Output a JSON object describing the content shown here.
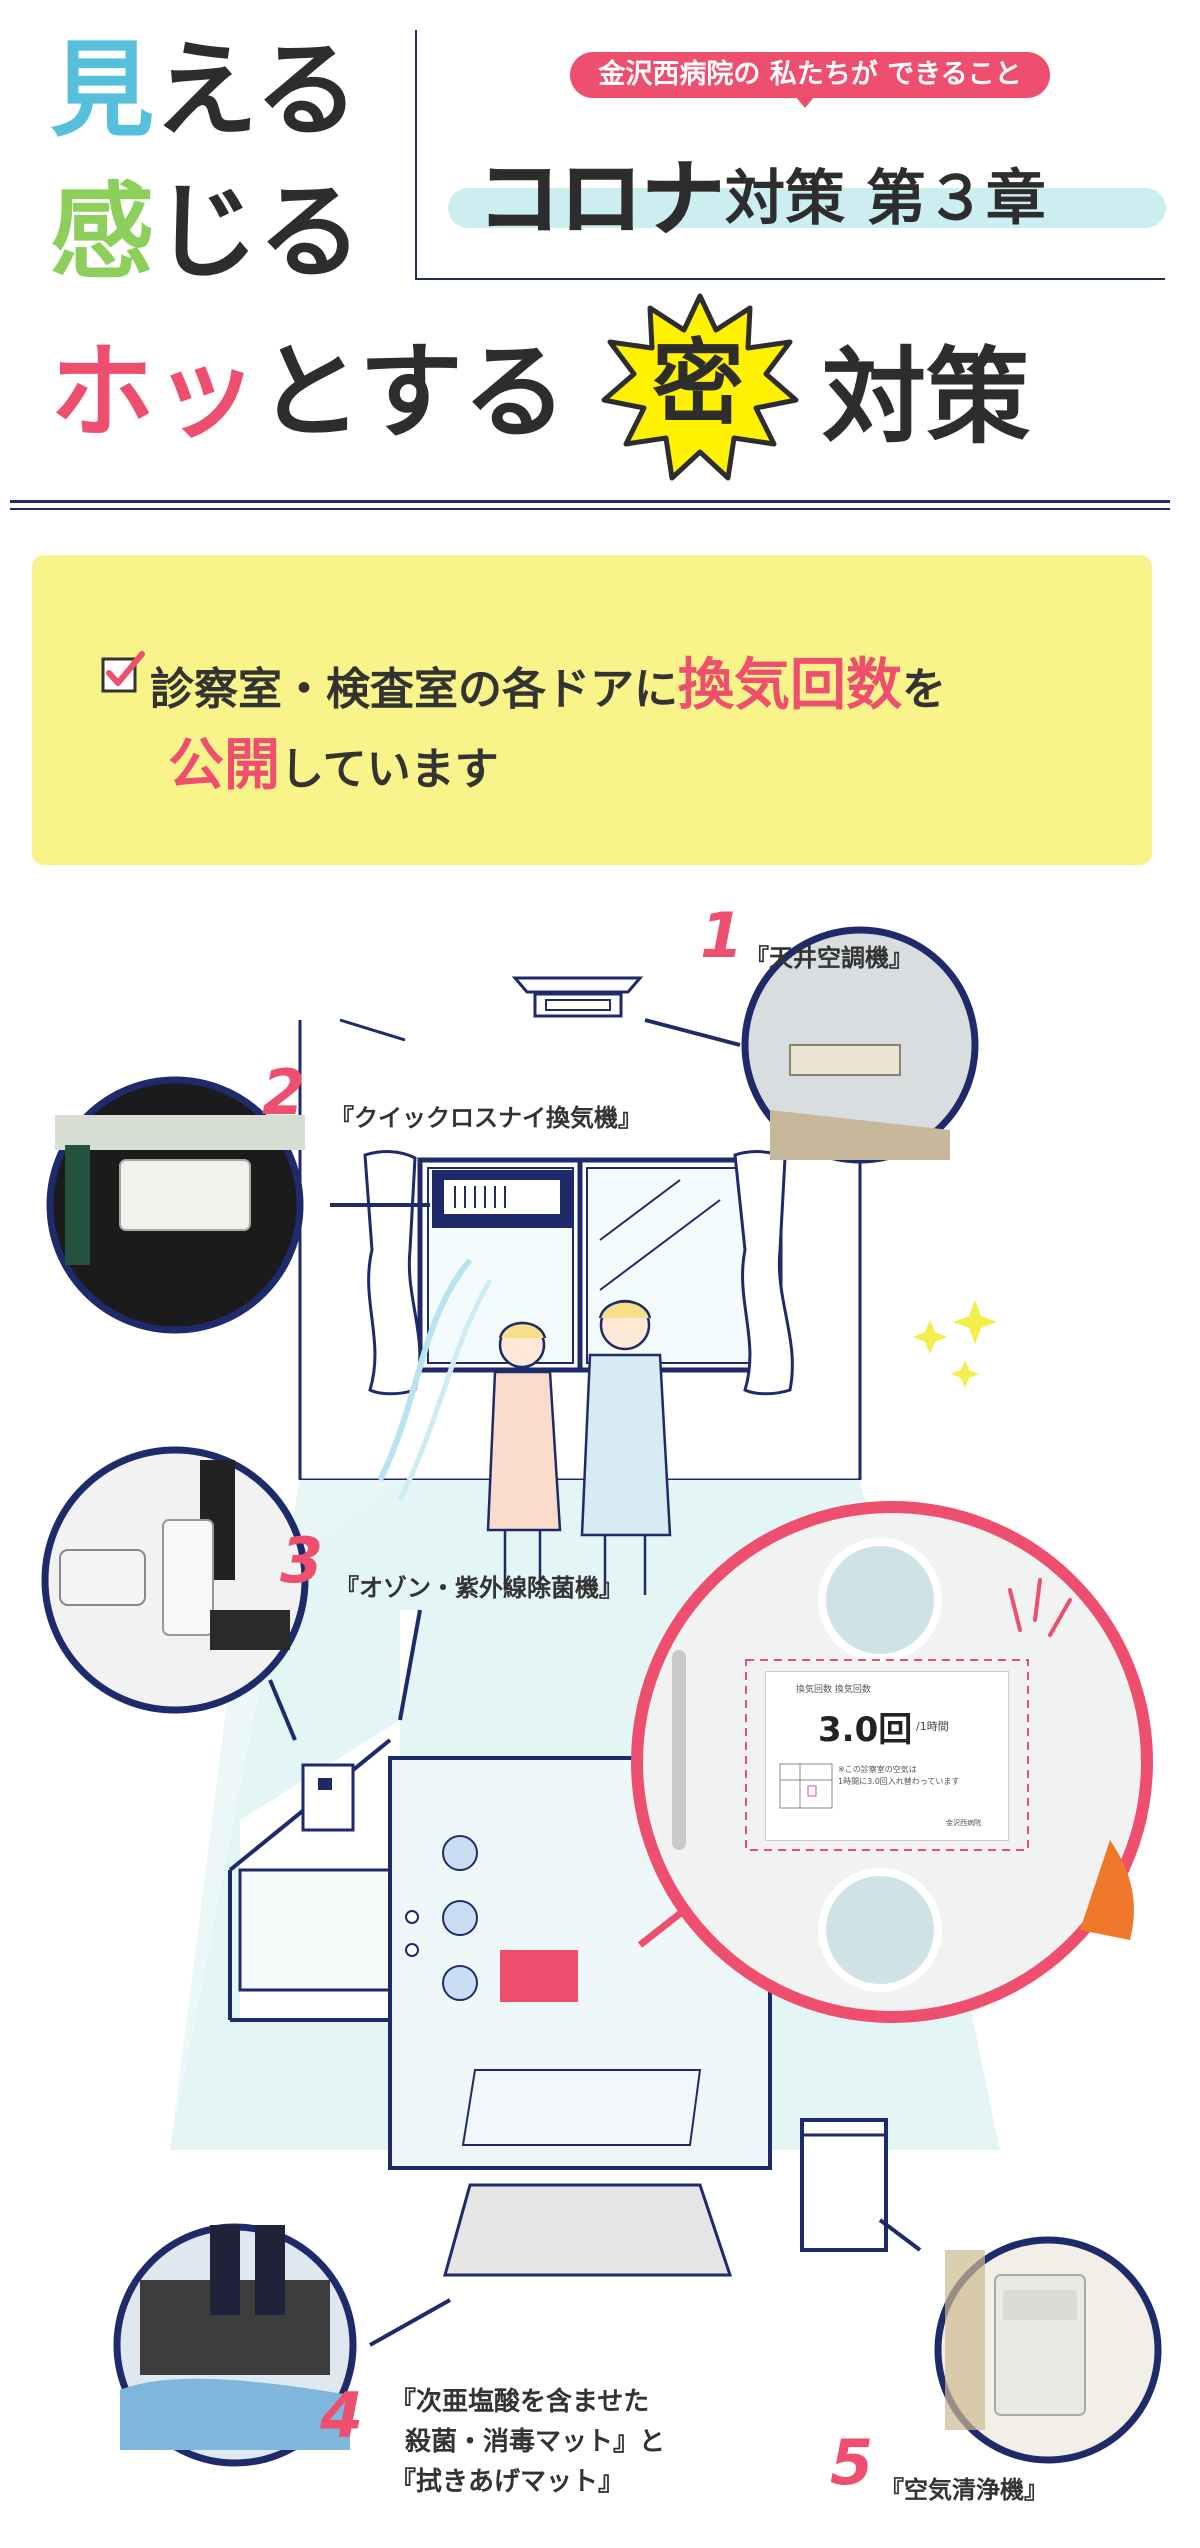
{
  "header": {
    "tag": "金沢西病院の 私たちが できること",
    "series": "コロナ",
    "series_rest": "対策 第３章",
    "line1_a": "見",
    "line1_b": "える",
    "line2_a": "感",
    "line2_b": "じる",
    "line3_a": "ホッ",
    "line3_b": "とする",
    "badge": "密",
    "line3_c": "対策"
  },
  "notice": {
    "part1": "診察室・検査室の各ドアに",
    "part2": "換気回数",
    "part3": "を",
    "part4": "公開",
    "part5": "しています"
  },
  "items": [
    {
      "num": "1",
      "label": "『天井空調機』"
    },
    {
      "num": "2",
      "label": "『クイックロスナイ換気機』"
    },
    {
      "num": "3",
      "label": "『オゾン・紫外線除菌機』"
    },
    {
      "num": "4",
      "label_l1": "『次亜塩酸を含ませた",
      "label_l2": "殺菌・消毒マット』と",
      "label_l3": "『拭きあげマット』"
    },
    {
      "num": "5",
      "label": "『空気清浄機』"
    }
  ],
  "sign": {
    "title": "3.0回",
    "unit": "/1時間",
    "small_top": "換気回数 換気回数",
    "small_note": "※この診察室の空気は",
    "small_note2": "1時間に3.0回入れ替わっています",
    "footer": "金沢西病院"
  },
  "colors": {
    "navy": "#1f2a6b",
    "pink": "#ee4f6f",
    "blue": "#56c0dc",
    "green": "#8ccf5b",
    "yellow": "#f8f48a"
  }
}
